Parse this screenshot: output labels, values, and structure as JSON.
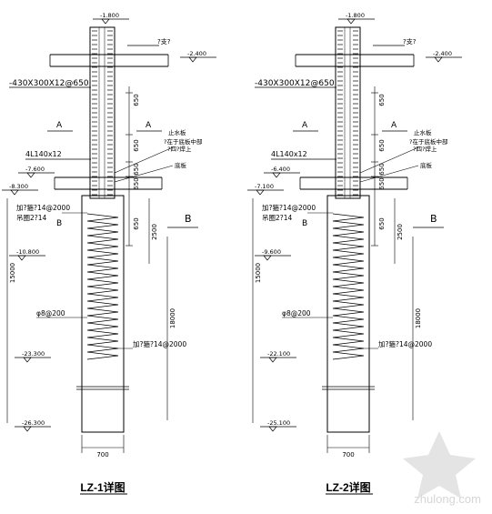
{
  "colors": {
    "line": "#000000",
    "watermark": "#d6d6d6"
  },
  "panels": [
    {
      "id": "lz1",
      "caption": "LZ-1详图",
      "top_elev": "-1.800",
      "slab_label": "?支?",
      "slab_elev": "-2.400",
      "beam_spec": "-430X300X12@650",
      "angle_spec": "4L140x12",
      "dim_650": "650",
      "dim_2500": "2500",
      "dim_18000": "18000",
      "dim_15000": "15000",
      "dim_700": "700",
      "section_a": "A",
      "section_b": "B",
      "waterstop_1": "止水板",
      "waterstop_2": "?在于底板中部",
      "waterstop_3": "?四?焊上",
      "base_slab": "底板",
      "elev_mid": "-7.600",
      "elev_low": "-8.300",
      "hoop_label_1": "加?箍?14@2000",
      "hoop_label_2": "吊圈2?14",
      "elev_10": "-10.800",
      "spiral_label": "φ8@200",
      "hoop_label_3": "加?箍?14@2000",
      "elev_23": "-23.300",
      "elev_26": "-26.300"
    },
    {
      "id": "lz2",
      "caption": "LZ-2详图",
      "top_elev": "-1.800",
      "slab_label": "?支?",
      "slab_elev": "-2.400",
      "beam_spec": "-430X300X12@650",
      "angle_spec": "4L140x12",
      "dim_650": "650",
      "dim_2500": "2500",
      "dim_18000": "18000",
      "dim_15000": "15000",
      "dim_700": "700",
      "section_a": "A",
      "section_b": "B",
      "waterstop_1": "止水板",
      "waterstop_2": "?在于底板中部",
      "waterstop_3": "?四?焊上",
      "base_slab": "底板",
      "elev_mid": "-6.400",
      "elev_low": "-7.100",
      "hoop_label_1": "加?箍?14@2000",
      "hoop_label_2": "吊圈2?14",
      "elev_10": "-9.600",
      "spiral_label": "φ8@200",
      "hoop_label_3": "加?箍?14@2000",
      "elev_23": "-22.100",
      "elev_26": "-25.100"
    }
  ],
  "watermark": {
    "text": "zhulong.com"
  }
}
